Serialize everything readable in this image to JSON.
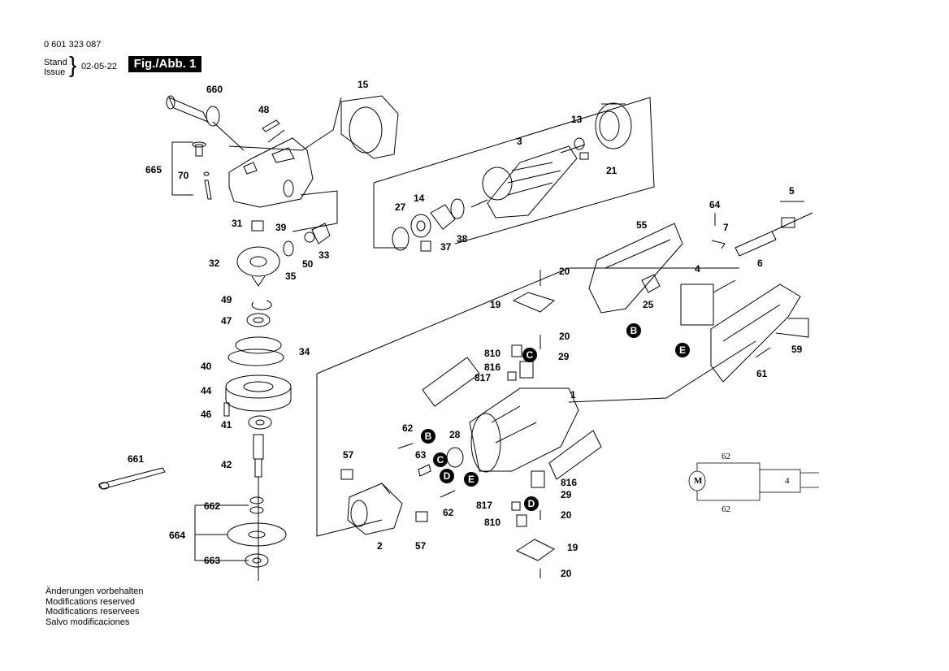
{
  "header": {
    "part_number": "0 601 323 087",
    "stand_label": "Stand",
    "issue_label": "Issue",
    "brace": "}",
    "date": "02-05-22",
    "figure_label": "Fig./Abb. 1"
  },
  "callouts": {
    "c660": "660",
    "c15": "15",
    "c48": "48",
    "c13": "13",
    "c3": "3",
    "c665": "665",
    "c70": "70",
    "c21": "21",
    "c27": "27",
    "c14": "14",
    "c31": "31",
    "c39": "39",
    "c37": "37",
    "c38": "38",
    "c64": "64",
    "c5": "5",
    "c7": "7",
    "c55": "55",
    "c32": "32",
    "c35": "35",
    "c50": "50",
    "c33": "33",
    "c6": "6",
    "c20a": "20",
    "c4": "4",
    "c49": "49",
    "c19a": "19",
    "c25": "25",
    "c47": "47",
    "c20b": "20",
    "c810a": "810",
    "c29a": "29",
    "c59": "59",
    "c34": "34",
    "c40": "40",
    "c816a": "816",
    "c817a": "817",
    "c61": "61",
    "c1": "1",
    "c44": "44",
    "c46": "46",
    "c41": "41",
    "c62a": "62",
    "c28": "28",
    "c57a": "57",
    "c63": "63",
    "c661": "661",
    "c42": "42",
    "c816b": "816",
    "c29b": "29",
    "c62b": "62",
    "c817b": "817",
    "c662": "662",
    "c20c": "20",
    "c810b": "810",
    "c664": "664",
    "c2": "2",
    "c57b": "57",
    "c19b": "19",
    "c663": "663",
    "c20d": "20"
  },
  "badges": {
    "b_c1": "C",
    "b_b1": "B",
    "b_e1": "E",
    "b_b2": "B",
    "b_c2": "C",
    "b_d1": "D",
    "b_e2": "E",
    "b_d2": "D"
  },
  "schematic": {
    "top_label": "62",
    "bottom_label": "62",
    "switch_label": "4",
    "motor_label": "M"
  },
  "notes": [
    "Änderungen vorbehalten",
    "Modifications reserved",
    "Modifications reservees",
    "Salvo modificaciones"
  ]
}
